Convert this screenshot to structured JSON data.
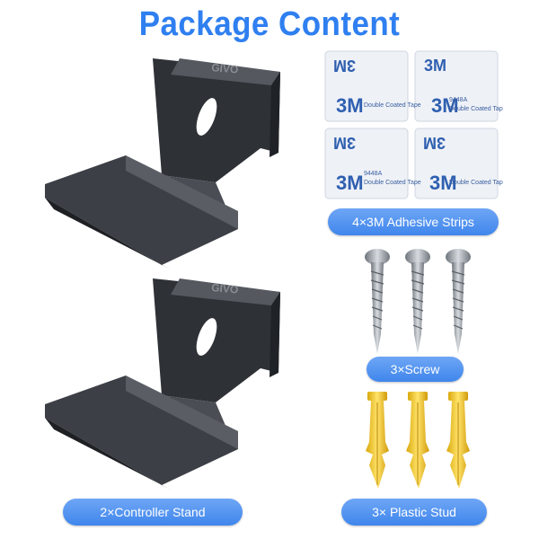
{
  "title": "Package Content",
  "labels": {
    "adhesive": "4×3M Adhesive Strips",
    "screw": "3×Screw",
    "stud": "3× Plastic Stud",
    "stand": "2×Controller Stand"
  },
  "strip_text": {
    "brand": "3M",
    "model": "9448A",
    "desc": "Double Coated Tape"
  },
  "stand_logo": "GIVO",
  "colors": {
    "title": "#2f7ff0",
    "pill": "#4b8ef0",
    "stand": "#3a3d42",
    "stud": "#f2c626",
    "screw": "#9aa0a6"
  }
}
